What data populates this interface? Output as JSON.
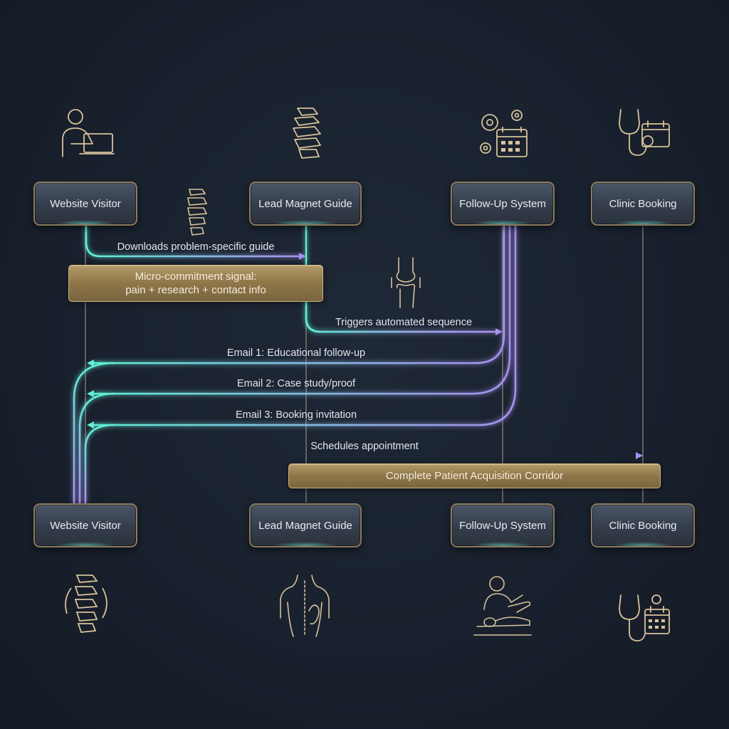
{
  "participants": {
    "top": [
      "Website Visitor",
      "Lead Magnet Guide",
      "Follow-Up System",
      "Clinic Booking"
    ],
    "bottom": [
      "Website Visitor",
      "Lead Magnet Guide",
      "Follow-Up System",
      "Clinic Booking"
    ]
  },
  "messages": {
    "m1": "Downloads problem-specific guide",
    "m2": "Triggers automated sequence",
    "m3": "Email 1: Educational follow-up",
    "m4": "Email 2: Case study/proof",
    "m5": "Email 3: Booking invitation",
    "m6": "Schedules appointment"
  },
  "notes": {
    "signal_line1": "Micro-commitment signal:",
    "signal_line2": "pain + research + contact info",
    "corridor": "Complete Patient Acquisition Corridor"
  },
  "icons": {
    "top": [
      "person-at-laptop-icon",
      "spine-icon",
      "gears-calendar-icon",
      "stethoscope-calendar-icon"
    ],
    "bottom": [
      "spine-cycle-icon",
      "back-pain-torso-icon",
      "massage-therapy-icon",
      "stethoscope-calendar-icon"
    ],
    "mid": [
      "small-spine-icon",
      "knee-joint-icon"
    ]
  },
  "colors": {
    "background": "#19212e",
    "teal": "#5ff0d6",
    "purple": "#a890f0",
    "gold": "#a58a58",
    "icon_stroke": "#d8c29a"
  }
}
